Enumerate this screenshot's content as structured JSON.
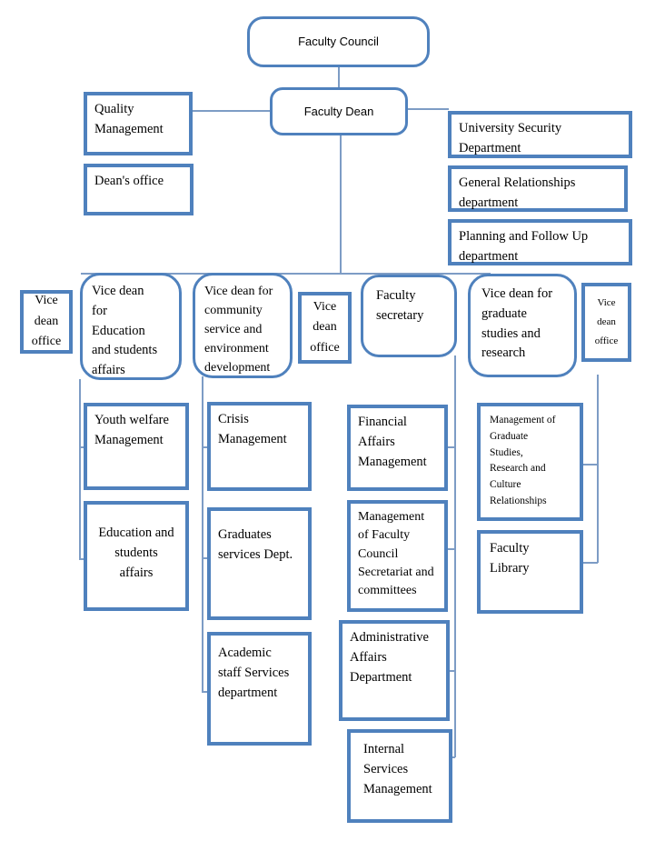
{
  "colors": {
    "border": "#4f81bd",
    "connector": "#7d9cc5",
    "text": "#000000"
  },
  "nodes": {
    "faculty_council": "Faculty Council",
    "faculty_dean": "Faculty Dean",
    "quality_management": "Quality\nManagement",
    "deans_office": "Dean's office",
    "university_security": "University Security\nDepartment",
    "general_relationships": "General Relationships\ndepartment",
    "planning_follow_up": "Planning and Follow Up\ndepartment",
    "vice_dean_office_left": "Vice\ndean\noffice",
    "vice_dean_education": "Vice dean\nfor\nEducation\nand students\naffairs",
    "vice_dean_community": "Vice dean for\ncommunity\nservice and\nenvironment\ndevelopment",
    "vice_dean_office_middle": "Vice\ndean\noffice",
    "faculty_secretary": "Faculty\nsecretary",
    "vice_dean_graduate": "Vice dean for\ngraduate\nstudies and\nresearch",
    "vice_dean_office_right": "Vice\ndean\noffice",
    "youth_welfare": "Youth welfare\nManagement",
    "education_students": "Education and\nstudents\naffairs",
    "crisis_management": "Crisis\nManagement",
    "graduates_services": "Graduates\nservices Dept.",
    "academic_staff": "Academic\nstaff Services\ndepartment",
    "financial_affairs": "Financial\nAffairs\nManagement",
    "council_secretariat": "Management\nof Faculty\nCouncil\nSecretariat and\ncommittees",
    "administrative_affairs": "Administrative\nAffairs\nDepartment",
    "internal_services": "Internal\nServices\nManagement",
    "graduate_studies_mgmt": "Management of\nGraduate\nStudies,\nResearch and\nCulture\nRelationships",
    "faculty_library": "Faculty\nLibrary"
  }
}
